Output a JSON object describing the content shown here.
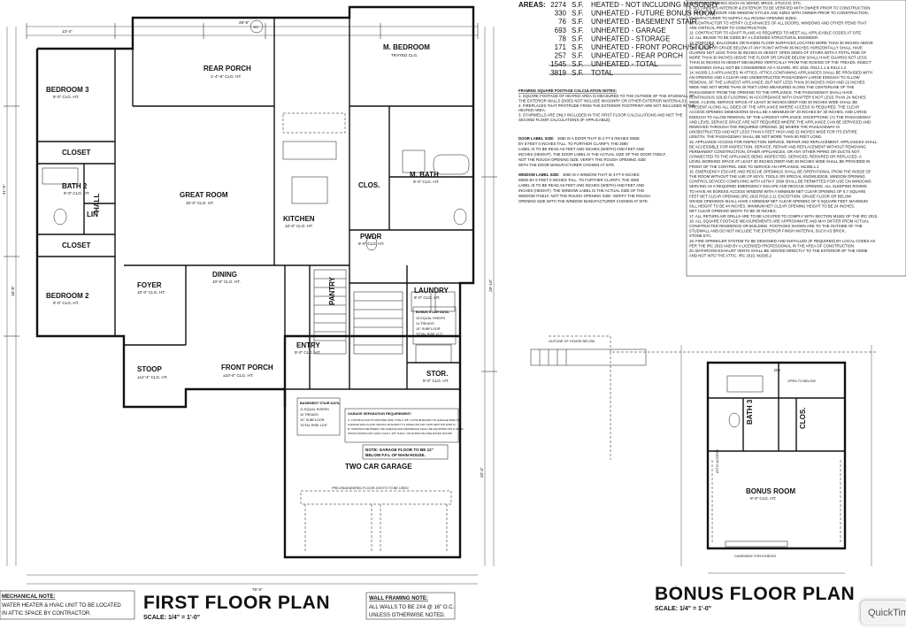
{
  "areas": {
    "label": "AREAS:",
    "rows": [
      {
        "value": "2274",
        "unit": "S.F.",
        "desc": "HEATED - NOT INCLUDING MASONRY"
      },
      {
        "value": "330",
        "unit": "S.F.",
        "desc": "UNHEATED - FUTURE BONUS ROOM"
      },
      {
        "value": "76",
        "unit": "S.F.",
        "desc": "UNHEATED - BASEMENT STAIR"
      },
      {
        "value": "693",
        "unit": "S.F.",
        "desc": "UNHEATED - GARAGE"
      },
      {
        "value": "78",
        "unit": "S.F.",
        "desc": "UNHEATED - STORAGE"
      },
      {
        "value": "171",
        "unit": "S.F.",
        "desc": "UNHEATED - FRONT PORCH/STOOP"
      },
      {
        "value": "257",
        "unit": "S.F.",
        "desc": "UNHEATED - REAR PORCH"
      },
      {
        "value": "1545",
        "unit": "S.F.",
        "desc": "UNHEATED - TOTAL"
      },
      {
        "value": "3819",
        "unit": "S.F.",
        "desc": "TOTAL"
      }
    ]
  },
  "framing_notes": {
    "title": "FRAMING SQUARE FOOTAGE CALCULATION NOTES:",
    "lines": [
      "1. SQUARE FOOTAGE OF HEATED AREA IS MEASURED TO THE OUTSIDE OF THE STUDWALL OF",
      "THE EXTERIOR WALLS (DOES NOT INCLUDE MASONRY OR OTHER EXTERIOR MATERIALS)",
      "2. FIREPLACES THAT PROTRUDE FROM THE EXTERIOR FOOTPRINT ARE NOT INCLUDED IN THE",
      "HEATED AREA.",
      "3. STAIRWELLS ARE ONLY INCLUDED IN THE FIRST FLOOR CALCULATIONS AND NOT THE",
      "SECOND FLOOR CALCULATIONS (IF APPLICABLE)."
    ]
  },
  "door_window_notes": {
    "door_label": "DOOR LABEL SIZE:",
    "window_label": "WINDOW LABEL SIZE:",
    "door_lines": [
      "2680 IS A DOOR THAT IS 2 FT 6 INCHES WIDE",
      "BY 8 FEET 0 INCHES TALL. TO FURTHER CLARIFY, THE 2680",
      "LABEL IS TO BE READ AS FEET AND INCHES (WIDTH) AND FEET AND",
      "INCHES (HEIGHT). THE DOOR LABEL IS THE ACTUAL SIZE OF THE DOOR ITSELF,",
      "NOT THE ROUGH OPENING SIZE. VERIFY THE ROUGH OPENING SIZE",
      "WITH THE DOOR MANUFACTURER CHOSEN AT SITE."
    ],
    "window_lines": [
      "3060 IS A WINDOW THAT IS 3 FT 0 INCHES",
      "WIDE BY 6 FEET 0 INCHES TALL. TO FURTHER CLARIFY, THE 3060",
      "LABEL IS TO BE READ AS FEET AND INCHES (WIDTH) AND FEET AND",
      "INCHES (HEIGHT). THE WINDOW LABEL IS THE ACTUAL SIZE OF THE",
      "WINDOW ITSELF, NOT THE ROUGH OPENING SIZE. VERIFY THE ROUGH",
      "OPENING SIZE WITH THE WINDOW MANUFACTURER CHOSEN AT SITE."
    ]
  },
  "general_notes": [
    "EXTERIOR FINISHES SUCH AS SIDING, BRICK, STUCCO, ETC.",
    "8. ALL FINISHES INTERIOR & EXTERIOR TO BE VERIFIED WITH OWNER PRIOR TO CONSTRUCTION.",
    "9. VERIFY ALL DOOR AND WINDOW STYLES AND SIZES WITH OWNER PRIOR TO CONSTRUCTION.",
    "MANUFACTURER TO SUPPLY ALL ROUGH OPENING SIZES.",
    "10. CONTRACTOR TO VERIFY CLEARANCES OF ALL DOORS, WINDOWS AND OTHER ITEMS THAT",
    "ARE CRITICAL PRIOR TO CONSTRUCTION.",
    "11. CONTRACTOR TO ADAPT PLANS AS REQUIRED TO MEET ALL APPLICABLE CODES AT SITE.",
    "12. ALL BEAMS TO BE SIZED BY A LICENSED STRUCTURAL ENGINEER.",
    "13. PORCHES, BALCONIES OR RAISED FLOOR SURFACES LOCATED MORE THAN 30 INCHES ABOVE",
    "THE FLOOR OR GRADE BELOW AT ANY POINT WITHIN 36 INCHES HORIZONTALLY SHALL HAVE",
    "GUARDS NOT LESS THAN 36 INCHES IN HEIGHT. OPEN SIDES OF STAIRS WITH A TOTAL RISE OF",
    "MORE THAN 30 INCHES ABOVE THE FLOOR OR GRADE BELOW SHALL HAVE GUARDS NOT LESS",
    "THAN 34 INCHES IN HEIGHT MEASURED VERTICALLY FROM THE NOSING OF THE TREADS. INSECT",
    "SCREENING SHALL NOT BE CONSIDERED AS A GUARD. IRC 2015. R312.1.1 & R312.1.2",
    "14. M1305.1.3 APPLIANCES IN ATTICS. ATTICS CONTAINING APPLIANCES SHALL BE PROVIDED WITH",
    "AN OPENING AND A CLEAR AND UNOBSTRUCTED PASSAGEWAY LARGE ENOUGH TO ALLOW",
    "REMOVAL OF THE LARGEST APPLIANCE, BUT NOT LESS THAN 30 INCHES HIGH AND 22 INCHES",
    "WIDE AND NOT MORE THAN 20 FEET LONG MEASURED ALONG THE CENTERLINE OF THE",
    "PASSAGEWAY FROM THE OPENING TO THE APPLIANCE. THE PASSAGEWAY SHALL HAVE",
    "CONTINUOUS SOLID FLOORING IN ACCORDANCE WITH CHAPTER 5 NOT LESS THAN 24 INCHES",
    "WIDE. A LEVEL SERVICE SPACE AT LEAST 30 INCHES DEEP AND 30 INCHES WIDE SHALL BE",
    "PRESENT ALONG ALL SIDES OF THE APPLIANCE WHERE ACCESS IS REQUIRED. THE CLEAR",
    "ACCESS OPENING DIMENSIONS SHALL BE A MINIMUM OF 20 INCHES BY 30 INCHES, AND LARGE",
    "ENOUGH TO ALLOW REMOVAL OF THE LARGEST APPLIANCE. EXCEPTIONS: (A) THE PASSAGEWAY",
    "AND LEVEL SERVICE SPACE ARE NOT REQUIRED WHERE THE APPLIANCE CAN BE SERVICED AND",
    "REMOVED THROUGH THE REQUIRED OPENING. (B) WHERE THE PASSAGEWAY IS",
    "UNOBSTRUCTED AND NOT LESS THAN 6 FEET HIGH AND 22 INCHES WIDE FOR ITS ENTIRE",
    "LENGTH, THE PASSAGEWAY SHALL BE NOT MORE THAN 50 FEET LONG.",
    "15. APPLIANCE ACCESS FOR INSPECTION SERVICE, REPAIR AND REPLACEMENT. APPLIANCES SHALL",
    "BE ACCESSIBLE FOR INSPECTION, SERVICE, REPAIR AND REPLACEMENT WITHOUT REMOVING",
    "PERMANENT CONSTRUCTION, OTHER APPLIANCES, OR ANY OTHER PIPING OR DUCTS NOT",
    "CONNECTED TO THE APPLIANCE BEING INSPECTED, SERVICED, REPAIRED OR REPLACED. A",
    "LEVEL WORKING SPACE AT LEAST 30 INCHES DEEP AND 30 INCHES WIDE SHALL BE PROVIDED IN",
    "FRONT OF THE CONTROL SIDE TO SERVICE AN APPLIANCE. M1305.1.1",
    "16. EMERGENCY ESCAPE AND RESCUE OPENINGS SHALL BE OPERATIONAL FROM THE INSIDE OF",
    "THE ROOM WITHOUT THE USE OF KEYS, TOOLS OR SPECIAL KNOWLEDGE. WINDOW OPENING",
    "CONTROL DEVICES COMPLYING WITH ASTM F 2090 SHALL BE PERMITTED FOR USE ON WINDOWS",
    "SERVING AS A REQUIRED EMERGENCY ESCAPE AND RESCUE OPENING. ALL SLEEPING ROOMS",
    "TO HAVE AN EGRESS ACCESS WINDOW WITH A MINIMUM NET CLEAR OPENING OF 5.7 SQUARE",
    "FEET NET CLEAR OPENING (IRC 2015 R310.2.1). EXCEPTION: GRADE FLOOR OR BELOW",
    "GRADE OPENINGS SHALL HAVE A MINIMUM NET CLEAR OPENING OF 5 SQUARE FEET. MAXIMUM",
    "SILL HEIGHT TO BE 44 INCHES. MINIMUM NET CLEAR OPENING HEIGHT TO BE 24 INCHES.",
    "NET CLEAR OPENING WIDTH TO BE 20 INCHES.",
    "17. ALL RETURN AIR GRILLS ARE TO BE LOCATED TO COMPLY WITH SECTION M1602 OF THE IRC 2015.",
    "18. ALL SQUARE FOOTAGE MEASUREMENTS ARE APPROXIMATE AND MAY DIFFER FROM ACTUAL",
    "CONSTRUCTED RESIDENCE OR BUILDING. FOOTAGES SHOWN ARE TO THE OUTSIDE OF THE",
    "STUDWALL AND DO NOT INCLUDE THE EXTERIOR FINISH MATERIAL SUCH AS BRICK,",
    "STONE ETC.",
    "19. FIRE SPRINKLER SYSTEM TO BE DESIGNED AND INSTALLED (IF REQUIRED) BY LOCAL CODES AS",
    "PER THE IRC 2015 AND BY A LICENSED PROFESSIONAL IN THE AREA OF CONSTRUCTION.",
    "20. BATHROOM EXHAUST VENTS SHALL BE VENTED DIRECTLY TO THE EXTERIOR OF THE HOME",
    "AND NOT INTO THE ATTIC. IRC 2015. M1505.2"
  ],
  "first_floor": {
    "title": "FIRST FLOOR PLAN",
    "scale": "SCALE: 1/4\" = 1'-0\"",
    "rooms": [
      {
        "name": "M. BEDROOM",
        "sub": "TRAYED CLG."
      },
      {
        "name": "REAR PORCH",
        "sub": "1'-4\"-6\" CLG. HT."
      },
      {
        "name": "BEDROOM 3",
        "sub": "9'-0\" CLG. HT."
      },
      {
        "name": "CLOSET",
        "sub": ""
      },
      {
        "name": "BATH 2",
        "sub": "9'-0\" CLG. HT."
      },
      {
        "name": "LIN",
        "sub": ""
      },
      {
        "name": "HALL",
        "sub": ""
      },
      {
        "name": "CLOSET",
        "sub": ""
      },
      {
        "name": "BEDROOM 2",
        "sub": "9'-0\" CLG. HT."
      },
      {
        "name": "GREAT ROOM",
        "sub": "10'-0\" CLG. HT."
      },
      {
        "name": "KITCHEN",
        "sub": "10'-0\" CLG. HT."
      },
      {
        "name": "CLOS.",
        "sub": ""
      },
      {
        "name": "M. BATH",
        "sub": "9'-0\" CLG. HT."
      },
      {
        "name": "PWDR",
        "sub": "9'-0\" CLG. HT."
      },
      {
        "name": "LAUNDRY",
        "sub": "9'-0\" CLG. HT."
      },
      {
        "name": "FOYER",
        "sub": "10'-0\" CLG. HT."
      },
      {
        "name": "DINING",
        "sub": "10'-0\" CLG. HT."
      },
      {
        "name": "PANTRY",
        "sub": ""
      },
      {
        "name": "ENTRY",
        "sub": "9'-0\" CLG. HT."
      },
      {
        "name": "STOR.",
        "sub": "9'-0\" CLG. HT."
      },
      {
        "name": "STOOP",
        "sub": "±12'-4\" CLG. HT."
      },
      {
        "name": "FRONT PORCH",
        "sub": "±10'-4\" CLG. HT."
      },
      {
        "name": "TWO CAR GARAGE",
        "sub": ""
      }
    ],
    "dims": [
      "28'-8\"",
      "13'-4\"",
      "41'-5\"",
      "18'-8\"",
      "29'-10\"",
      "20'-4\"",
      "76'-6\""
    ],
    "notes": {
      "stair_data": {
        "title": "BONUS STAIR DATA:",
        "lines": [
          "15 EQUAL RISERS",
          "14 TREADS",
          "10\" SUBFLOOR",
          "TOTAL RISE 11'2\""
        ]
      },
      "basement_stair": {
        "title": "BASEMENT STAIR DATA:",
        "lines": [
          "11 EQUAL RISERS",
          "10 TREADS",
          "10\" SUBFLOOR",
          "TOTAL RISE 10'6\""
        ]
      },
      "garage_sep": {
        "title": "GARAGE SEPARATION REQUIREMENT:",
        "lines": [
          "A: CONTRACTOR TO PROVIDE FIRE TYPE-X 5/8\" GYPSUM BOARD ON GARAGE SIDE OF",
          "GARAGE WALLS AND CEILING ADJACENT TO DWELLING (IRC 2015 SECTION R302.6)",
          "B: OPENINGS BETWEEN THE GARAGE AND RESIDENCE SHALL BE EQUIPPED WITH SOLID",
          "WOOD DOORS NOT LESS THAN 1-3/8\" THICK, OR 20-MINUTE FIRE-RATED DOORS"
        ]
      },
      "garage_floor": [
        "NOTE: GARAGE FLOOR TO BE 12\"",
        "BELOW F.F.L OF MAIN HOUSE."
      ],
      "header_text": "PRE-ENGINEERED FLOOR JOISTS TO BE USED"
    }
  },
  "mechanical_note": {
    "title": "MECHANICAL NOTE:",
    "lines": [
      "WATER HEATER & HVAC UNIT TO BE LOCATED",
      "IN ATTIC SPACE BY CONTRACTOR."
    ]
  },
  "wall_note": {
    "title": "WALL FRAMING NOTE:",
    "lines": [
      "ALL WALLS TO BE 2X4 @ 16\" O.C.",
      "UNLESS OTHERWISE NOTED."
    ]
  },
  "bonus_floor": {
    "title": "BONUS FLOOR PLAN",
    "scale": "SCALE: 1/4\" = 1'-0\"",
    "rooms": [
      {
        "name": "BONUS ROOM",
        "sub": "9'-0\" CLG. HT."
      },
      {
        "name": "BATH 3",
        "sub": ""
      },
      {
        "name": "CLOS.",
        "sub": ""
      }
    ],
    "labels": [
      "OUTLINE OF HOUSE BELOW",
      "OPEN TO BELOW",
      "DN",
      "CASEMENT FOR EGRESS",
      "ATTIC ACCESS"
    ]
  },
  "overlay": {
    "label": "QuickTime"
  }
}
